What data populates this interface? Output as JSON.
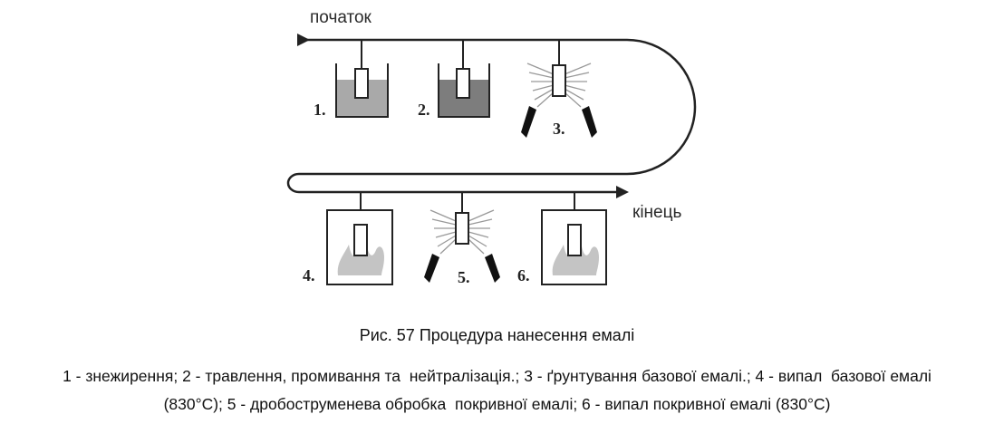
{
  "diagram": {
    "start_label": "початок",
    "end_label": "кінець",
    "stations": [
      {
        "number": "1.",
        "kind": "bath-light"
      },
      {
        "number": "2.",
        "kind": "bath-dark"
      },
      {
        "number": "3.",
        "kind": "spray"
      },
      {
        "number": "4.",
        "kind": "furnace"
      },
      {
        "number": "5.",
        "kind": "spray"
      },
      {
        "number": "6.",
        "kind": "furnace"
      }
    ],
    "colors": {
      "line": "#222222",
      "bath_light": "#a9a9a9",
      "bath_dark": "#7d7d7d",
      "flame": "#c4c4c4"
    }
  },
  "caption": "Рис. 57 Процедура нанесення емалі",
  "legend": {
    "line1": "1 - знежирення; 2 - травлення, промивання та  нейтралізація.; 3 - ґрунтування базової емалі.; 4 - випал  базової емалі",
    "line2": "(830°C); 5 - дробоструменева обробка  покривної емалі; 6 - випал покривної емалі (830°C)"
  }
}
